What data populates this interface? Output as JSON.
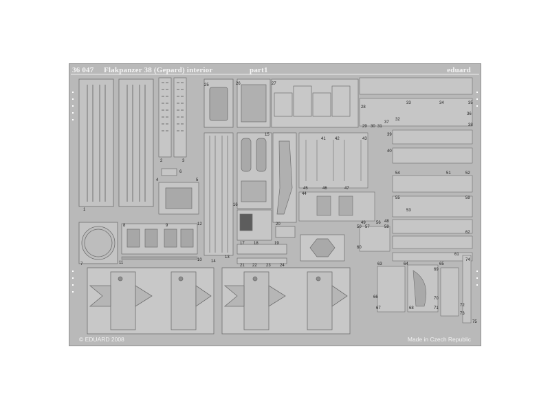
{
  "header": {
    "catalog_number": "36 047",
    "title": "Flakpanzer 38 (Gepard) interior",
    "part": "part1",
    "brand": "eduard"
  },
  "footer": {
    "copyright": "© EDUARD 2008",
    "origin": "Made in Czech Republic"
  },
  "part_numbers": [
    "1",
    "2",
    "3",
    "4",
    "5",
    "6",
    "7",
    "8",
    "9",
    "10",
    "11",
    "12",
    "13",
    "14",
    "15",
    "16",
    "17",
    "18",
    "19",
    "20",
    "21",
    "22",
    "23",
    "24",
    "25",
    "26",
    "27",
    "28",
    "29",
    "30",
    "31",
    "32",
    "33",
    "34",
    "35",
    "36",
    "37",
    "38",
    "39",
    "40",
    "41",
    "42",
    "43",
    "44",
    "45",
    "46",
    "47",
    "48",
    "49",
    "50",
    "51",
    "52",
    "53",
    "54",
    "55",
    "56",
    "57",
    "58",
    "59",
    "60",
    "61",
    "62",
    "63",
    "64",
    "65",
    "66",
    "67",
    "68",
    "69",
    "70",
    "71",
    "72",
    "73",
    "74",
    "75"
  ]
}
